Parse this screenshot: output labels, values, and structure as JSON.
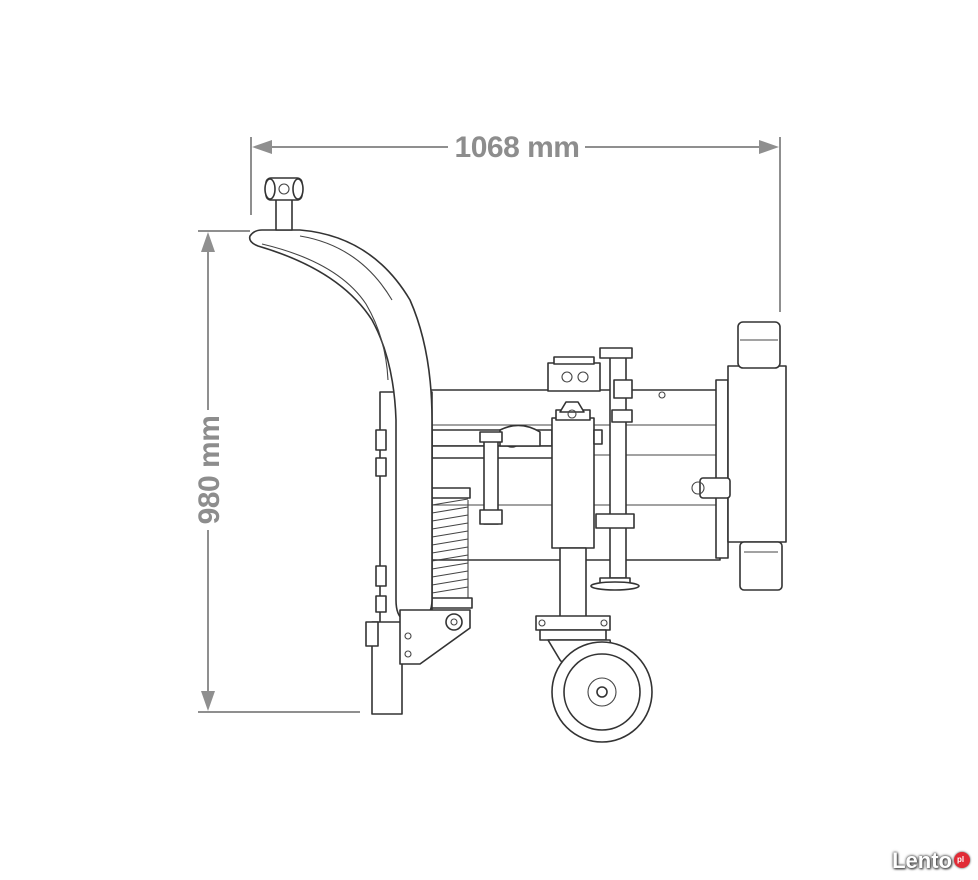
{
  "dimensions": {
    "width_label": "1068 mm",
    "height_label": "980 mm"
  },
  "colors": {
    "dimension": "#8f8f8f",
    "line": "#333333",
    "watermark_dot": "#e12b36"
  },
  "watermark": {
    "text": "Lento",
    "suffix": "pl"
  }
}
